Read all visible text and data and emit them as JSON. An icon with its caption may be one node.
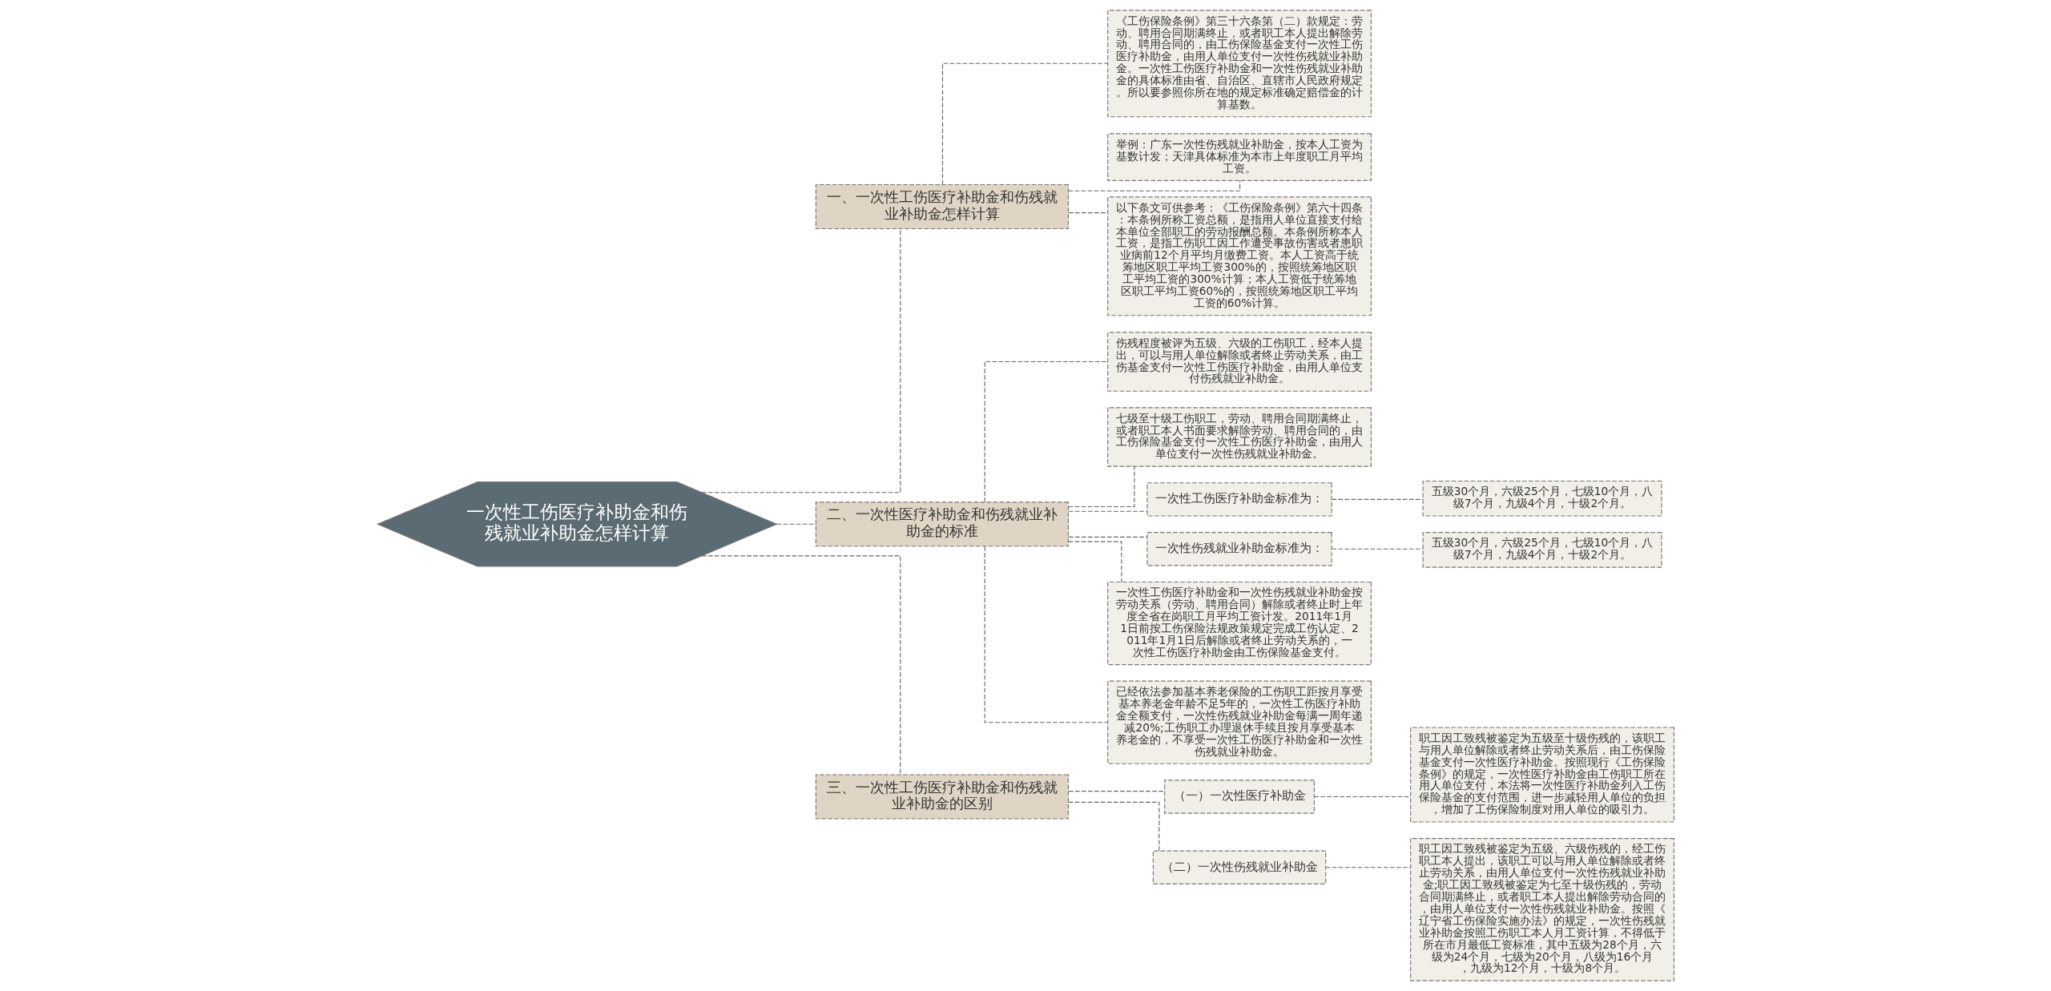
{
  "diagram": {
    "nodes": [
      {
        "text": [
          "一次性工伤医疗补助金和伤残就业补助金怎样计算"
        ]
      },
      {
        "text": [
          "一、一次性工伤医疗补助金和伤残就业补助金怎样计算"
        ]
      },
      {
        "text": [
          "《工伤保险条例》第三十六条第（二）款规定：劳动、聘用合同期满终止，或者职工本人提出解除劳动、聘用合同的，由工伤保险基金支付一次性工伤医疗补助金，由用人单位支付一次性伤残就业补助金。一次性工伤医疗补助金和一次性伤残就业补助金的具体标准由省、自治区、直辖市人民政府规定。所以要参照你所在地的规定标准确定赔偿金的计算基数。"
        ]
      },
      {
        "text": [
          "举例：广东一次性伤残就业补助金，按本人工资为基数计发；天津具体标准为本市上年度职工月平均工资。"
        ]
      },
      {
        "text": [
          "以下条文可供参考：《工伤保险条例》第六十四条：本条例所称工资总额，是指用人单位直接支付给本单位全部职工的劳动报酬总额。本条例所称本人工资，是指工伤职工因工作遭受事故伤害或者患职业病前12个月平均月缴费工资。本人工资高于统筹地区职工平均工资300%的，按照统筹地区职工平均工资的300%计算；本人工资低于统筹地区职工平均工资60%的，按照统筹地区职工平均工资的60%计算。"
        ]
      },
      {
        "text": [
          "二、一次性医疗补助金和伤残就业补助金的标准"
        ]
      },
      {
        "text": [
          "伤残程度被评为五级、六级的工伤职工，经本人提出，可以与用人单位解除或者终止劳动关系，由工伤基金支付一次性工伤医疗补助金，由用人单位支付伤残就业补助金。"
        ]
      },
      {
        "text": [
          "七级至十级工伤职工，劳动、聘用合同期满终止，或者职工本人书面要求解除劳动、聘用合同的，由工伤保险基金支付一次性工伤医疗补助金，由用人单位支付一次性伤残就业补助金。"
        ]
      },
      {
        "text": [
          "一次性工伤医疗补助金标准为："
        ]
      },
      {
        "text": [
          "五级30个月，六级25个月，七级10个月，八级7个月，九级4个月，十级2个月。"
        ]
      },
      {
        "text": [
          "一次性伤残就业补助金标准为："
        ]
      },
      {
        "text": [
          "五级30个月，六级25个月，七级10个月，八级7个月，九级4个月，十级2个月。"
        ]
      },
      {
        "text": [
          "一次性工伤医疗补助金和一次性伤残就业补助金按劳动关系（劳动、聘用合同）解除或者终止时上年度全省在岗职工月平均工资计发。2011年1月1日前按工伤保险法规政策规定完成工伤认定、2011年1月1日后解除或者终止劳动关系的，一次性工伤医疗补助金由工伤保险基金支付。"
        ]
      },
      {
        "text": [
          "已经依法参加基本养老保险的工伤职工距按月享受基本养老金年龄不足5年的，一次性工伤医疗补助金全额支付，一次性伤残就业补助金每满一周年递减20%;工伤职工办理退休手续且按月享受基本养老金的，不享受一次性工伤医疗补助金和一次性伤残就业补助金。"
        ]
      },
      {
        "text": [
          "三、一次性工伤医疗补助金和伤残就业补助金的区别"
        ]
      },
      {
        "text": [
          "（一）一次性医疗补助金"
        ]
      },
      {
        "text": [
          "职工因工致残被鉴定为五级至十级伤残的，该职工与用人单位解除或者终止劳动关系后，由工伤保险基金支付一次性医疗补助金。按照现行《工伤保险条例》的规定，一次性医疗补助金由工伤职工所在用人单位支付，本法将一次性医疗补助金列入工伤保险基金的支付范围，进一步减轻用人单位的负担，增加了工伤保险制度对用人单位的吸引力。"
        ]
      },
      {
        "text": [
          "（二）一次性伤残就业补助金"
        ]
      },
      {
        "text": [
          "职工因工致残被鉴定为五级、六级伤残的，经工伤职工本人提出，该职工可以与用人单位解除或者终止劳动关系，由用人单位支付一次性伤残就业补助金;职工因工致残被鉴定为七至十级伤残的，劳动合同期满终止，或者职工本人提出解除劳动合同的，由用人单位支付一次性伤残就业补助金。按照《辽宁省工伤保险实施办法》的规定，一次性伤残就业补助金按照工伤职工本人月工资计算，不得低于所在市月最低工资标准，其中五级为28个月，六级为24个月，七级为20个月，八级为16个月，九级为12个月，十级为8个月。"
        ]
      }
    ],
    "edges": [
      {
        "from": 0,
        "to": 1,
        "arrow": "none"
      },
      {
        "from": 1,
        "to": 2,
        "arrow": "none"
      },
      {
        "from": 1,
        "to": 3,
        "arrow": "none"
      },
      {
        "from": 1,
        "to": 4,
        "arrow": "none"
      },
      {
        "from": 0,
        "to": 5,
        "arrow": "none"
      },
      {
        "from": 5,
        "to": 6,
        "arrow": "none"
      },
      {
        "from": 5,
        "to": 7,
        "arrow": "none"
      },
      {
        "from": 5,
        "to": 8,
        "arrow": "none"
      },
      {
        "from": 8,
        "to": 9,
        "arrow": "none"
      },
      {
        "from": 5,
        "to": 10,
        "arrow": "none"
      },
      {
        "from": 10,
        "to": 11,
        "arrow": "none"
      },
      {
        "from": 5,
        "to": 12,
        "arrow": "none"
      },
      {
        "from": 5,
        "to": 13,
        "arrow": "none"
      },
      {
        "from": 0,
        "to": 14,
        "arrow": "none"
      },
      {
        "from": 14,
        "to": 15,
        "arrow": "none"
      },
      {
        "from": 15,
        "to": 16,
        "arrow": "none"
      },
      {
        "from": 14,
        "to": 17,
        "arrow": "none"
      },
      {
        "from": 17,
        "to": 18,
        "arrow": "none"
      }
    ]
  }
}
